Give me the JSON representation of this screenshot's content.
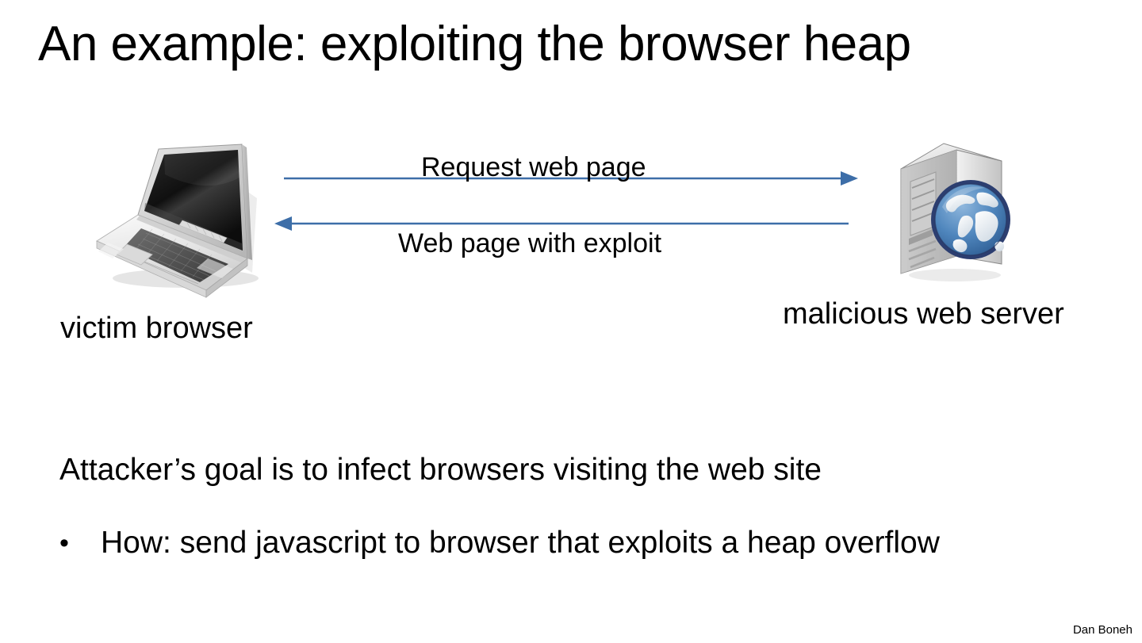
{
  "slide": {
    "title": "An example:  exploiting the browser heap",
    "footer_credit": "Dan Boneh",
    "accent_color": "#3d6ea8",
    "background_color": "#ffffff",
    "text_color": "#000000"
  },
  "diagram": {
    "nodes": [
      {
        "id": "victim-browser",
        "label": "victim browser",
        "icon": "laptop-icon"
      },
      {
        "id": "malicious-web-server",
        "label": "malicious web server",
        "icon": "server-globe-icon"
      }
    ],
    "flows": [
      {
        "id": "request",
        "label": "Request web page",
        "direction": "right",
        "color": "#3d6ea8"
      },
      {
        "id": "exploit",
        "label": "Web page with exploit",
        "direction": "left",
        "color": "#3d6ea8"
      }
    ]
  },
  "body": {
    "paragraph": "Attacker’s goal is to infect browsers visiting the web site",
    "bullet_marker": "•",
    "bullet": "How:  send javascript to browser that exploits a heap overflow"
  }
}
